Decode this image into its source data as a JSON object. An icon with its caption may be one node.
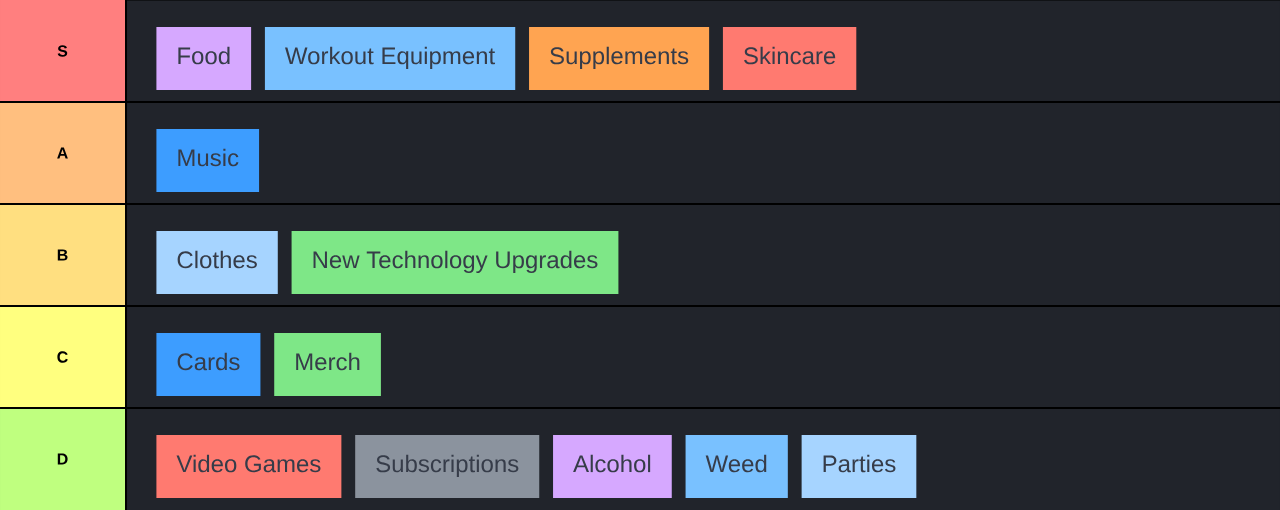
{
  "diagram": {
    "nodes": [
      {
        "text": [
          "S"
        ]
      },
      {
        "text": [
          "Food"
        ],
        "in": 0
      },
      {
        "text": [
          "Workout Equipment"
        ],
        "in": 0
      },
      {
        "text": [
          "Supplements"
        ],
        "in": 0
      },
      {
        "text": [
          "Skincare"
        ],
        "in": 0
      },
      {
        "text": [
          "A"
        ]
      },
      {
        "text": [
          "Music"
        ],
        "in": 5
      },
      {
        "text": [
          "B"
        ]
      },
      {
        "text": [
          "Clothes"
        ],
        "in": 7
      },
      {
        "text": [
          "New Technology Upgrades"
        ],
        "in": 7
      },
      {
        "text": [
          "C"
        ]
      },
      {
        "text": [
          "Cards"
        ],
        "in": 10
      },
      {
        "text": [
          "Merch"
        ],
        "in": 10
      },
      {
        "text": [
          "D"
        ]
      },
      {
        "text": [
          "Video Games"
        ],
        "in": 13
      },
      {
        "text": [
          "Subscriptions"
        ],
        "in": 13
      },
      {
        "text": [
          "Alcohol"
        ],
        "in": 13
      },
      {
        "text": [
          "Weed"
        ],
        "in": 13
      },
      {
        "text": [
          "Parties"
        ],
        "in": 13
      }
    ]
  }
}
